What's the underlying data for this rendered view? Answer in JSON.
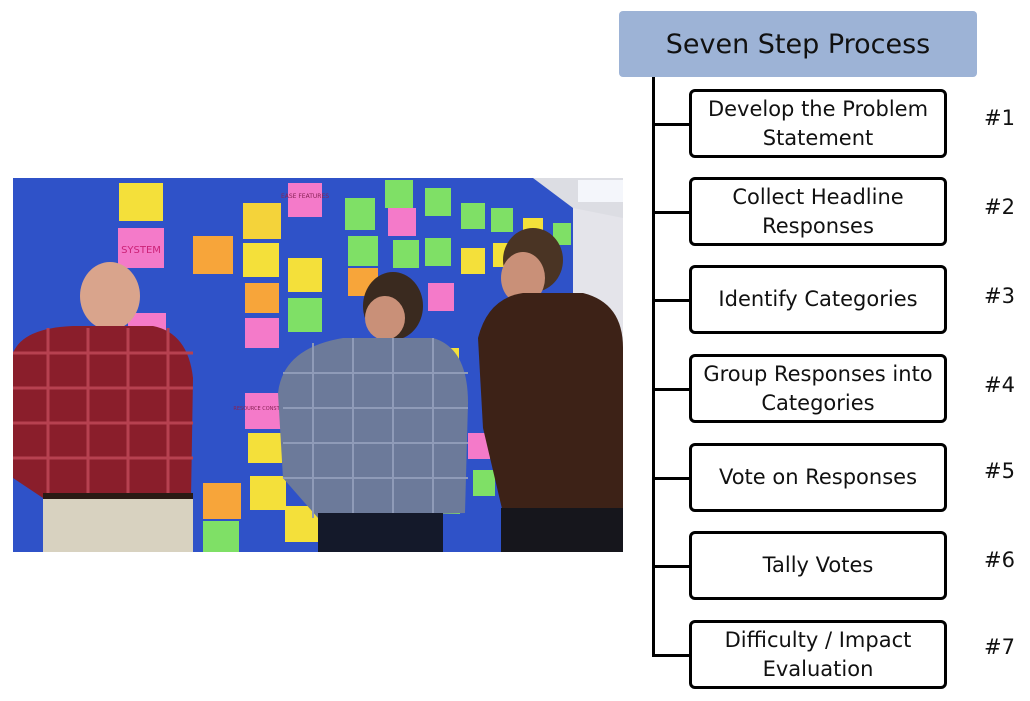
{
  "diagram": {
    "title": "Seven Step Process",
    "steps": [
      {
        "label": "Develop the Problem Statement",
        "number": "#1"
      },
      {
        "label": "Collect Headline Responses",
        "number": "#2"
      },
      {
        "label": "Identify Categories",
        "number": "#3"
      },
      {
        "label": "Group Responses into Categories",
        "number": "#4"
      },
      {
        "label": "Vote on Responses",
        "number": "#5"
      },
      {
        "label": "Tally Votes",
        "number": "#6"
      },
      {
        "label": "Difficulty / Impact Evaluation",
        "number": "#7"
      }
    ]
  },
  "photo": {
    "sticky_notes": [
      "SYSTEM",
      "EASE FEATURES",
      "RESOURCE CONSTRAINT"
    ]
  }
}
